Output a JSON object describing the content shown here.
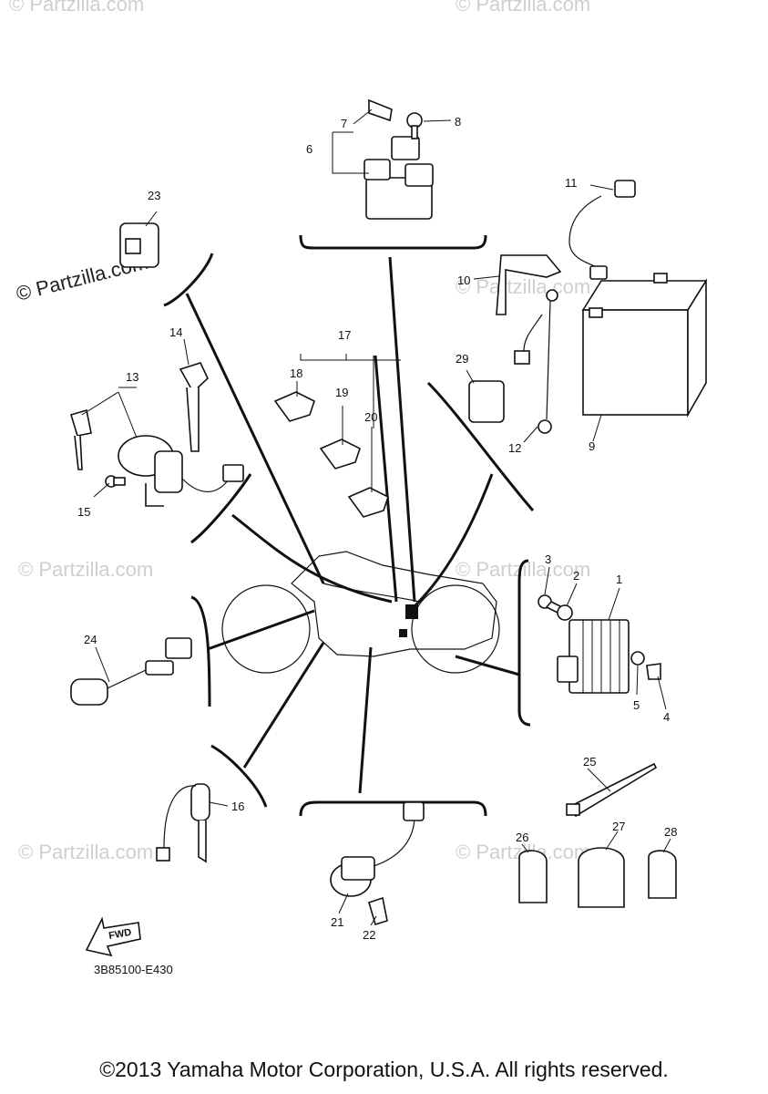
{
  "watermark": {
    "brand": "© Partzilla.com"
  },
  "diagram_code": "3B85100-E430",
  "fwd_label": "FWD",
  "copyright": "©2013 Yamaha Motor Corporation, U.S.A. All rights reserved.",
  "callouts": [
    "1",
    "2",
    "3",
    "4",
    "5",
    "6",
    "7",
    "8",
    "9",
    "10",
    "11",
    "12",
    "13",
    "14",
    "15",
    "16",
    "17",
    "18",
    "19",
    "20",
    "21",
    "22",
    "23",
    "24",
    "25",
    "26",
    "27",
    "28",
    "29"
  ]
}
